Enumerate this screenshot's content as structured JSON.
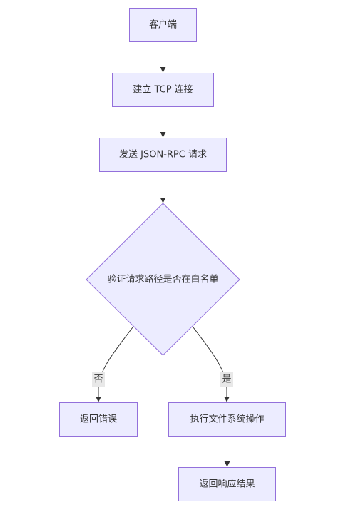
{
  "nodes": {
    "client": "客户端",
    "tcp": "建立 TCP 连接",
    "send_rpc": "发送 JSON-RPC 请求",
    "check": "验证请求路径是否在白名单",
    "return_error": "返回错误",
    "execute": "执行文件系统操作",
    "return_result": "返回响应结果"
  },
  "edges": {
    "no_label": "否",
    "yes_label": "是"
  },
  "colors": {
    "node_fill": "#ECECFF",
    "node_stroke": "#9370DB",
    "edge": "#333333"
  }
}
